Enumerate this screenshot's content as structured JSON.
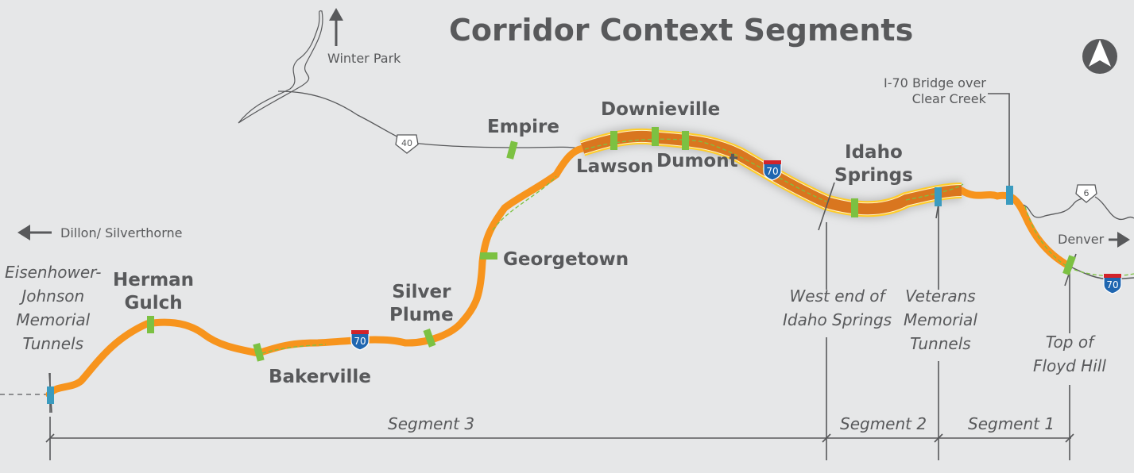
{
  "title": "Corridor Context Segments",
  "colors": {
    "background": "#e6e7e8",
    "highway": "#f7941d",
    "highlight": "#d9761f",
    "highlight_outline": "#ffcc29",
    "town_marker": "#7cc142",
    "segment_marker": "#3a9bbf",
    "text": "#58595b"
  },
  "destinations": {
    "winter_park": "Winter Park",
    "dillon": "Dillon/ Silverthorne",
    "denver": "Denver"
  },
  "shields": {
    "us40": "40",
    "us6": "6",
    "i70": "70"
  },
  "towns": {
    "empire": "Empire",
    "downieville": "Downieville",
    "lawson": "Lawson",
    "dumont": "Dumont",
    "idaho_springs": "Idaho\nSprings",
    "georgetown": "Georgetown",
    "silver_plume": "Silver\nPlume",
    "bakerville": "Bakerville",
    "herman_gulch": "Herman\nGulch"
  },
  "landmarks": {
    "tunnels_ej": "Eisenhower-\nJohnson\nMemorial\nTunnels",
    "west_idaho": "West end of\nIdaho Springs",
    "veterans": "Veterans\nMemorial\nTunnels",
    "floyd_hill": "Top of\nFloyd Hill",
    "bridge": "I-70 Bridge over\nClear Creek"
  },
  "segments": [
    "Segment 3",
    "Segment 2",
    "Segment 1"
  ],
  "north_label": "N"
}
